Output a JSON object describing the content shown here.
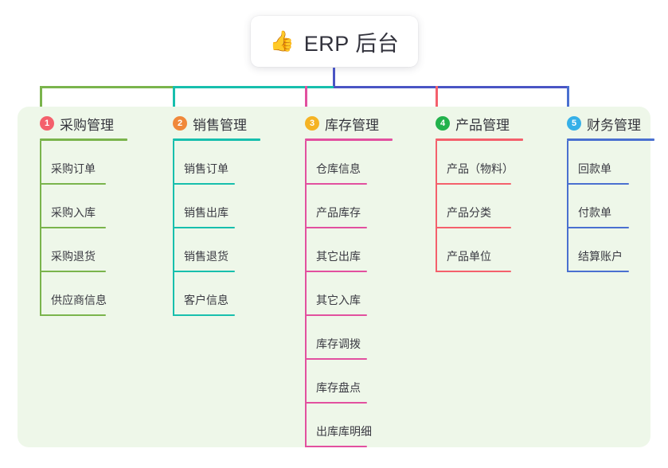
{
  "root": {
    "icon": "thumbs-up-icon",
    "emoji": "👍",
    "title": "ERP 后台"
  },
  "palette": {
    "panel_bg": "#eef7e9",
    "page_bg": "#ffffff",
    "root_stem": "#4a55c4",
    "text": "#34343c"
  },
  "columns": [
    {
      "number": "1",
      "title": "采购管理",
      "badge_color": "#f4606c",
      "line_color": "#7ab44c",
      "items": [
        "采购订单",
        "采购入库",
        "采购退货",
        "供应商信息"
      ]
    },
    {
      "number": "2",
      "title": "销售管理",
      "badge_color": "#f0883a",
      "line_color": "#17bfad",
      "items": [
        "销售订单",
        "销售出库",
        "销售退货",
        "客户信息"
      ]
    },
    {
      "number": "3",
      "title": "库存管理",
      "badge_color": "#f5b324",
      "line_color": "#e2509f",
      "items": [
        "仓库信息",
        "产品库存",
        "其它出库",
        "其它入库",
        "库存调拨",
        "库存盘点",
        "出库库明细"
      ]
    },
    {
      "number": "4",
      "title": "产品管理",
      "badge_color": "#22b24c",
      "line_color": "#f4606c",
      "items": [
        "产品（物料）",
        "产品分类",
        "产品单位"
      ]
    },
    {
      "number": "5",
      "title": "财务管理",
      "badge_color": "#35b0e8",
      "line_color": "#4a70d0",
      "items": [
        "回款单",
        "付款单",
        "结算账户"
      ]
    }
  ]
}
